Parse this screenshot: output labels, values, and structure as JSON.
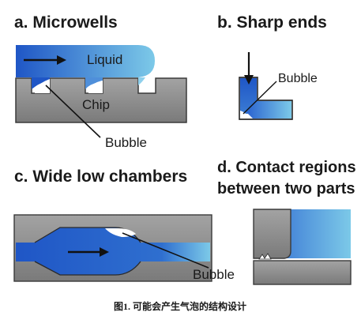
{
  "panels": {
    "a": {
      "title": "a. Microwells",
      "liquid_label": "Liquid",
      "chip_label": "Chip",
      "bubble_label": "Bubble"
    },
    "b": {
      "title": "b. Sharp ends",
      "bubble_label": "Bubble"
    },
    "c": {
      "title": "c. Wide low chambers",
      "bubble_label": "Bubble"
    },
    "d": {
      "title_line1": "d. Contact regions",
      "title_line2": "between two parts"
    }
  },
  "caption": "图1. 可能会产生气泡的结构设计",
  "colors": {
    "liquid_dark": "#1f56c6",
    "liquid_light": "#7cc9e8",
    "chip_gray": "#8c8c8c",
    "bubble": "#ffffff",
    "outline": "#2a2a2a"
  },
  "icons": [
    "arrow-icon"
  ]
}
